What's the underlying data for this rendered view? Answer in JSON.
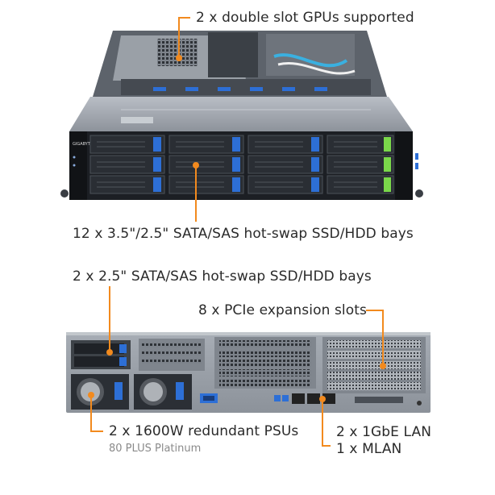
{
  "callouts": {
    "gpu": "2 x double slot GPUs supported",
    "front_bays": "12 x 3.5\"/2.5\" SATA/SAS hot-swap SSD/HDD bays",
    "rear_bays": "2 x 2.5\" SATA/SAS hot-swap SSD/HDD bays",
    "pcie": "8 x PCIe expansion slots",
    "psu": "2 x 1600W redundant PSUs",
    "psu_note": "80 PLUS Platinum",
    "lan": "2 x 1GbE LAN",
    "mlan": "1 x MLAN"
  },
  "colors": {
    "callout_line": "#f28a1e",
    "tray_accent_blue": "#2d6fd6",
    "tray_accent_green": "#7ad84a",
    "chassis_dark": "#1c1f24",
    "chassis_grey": "#9ea4ab"
  }
}
